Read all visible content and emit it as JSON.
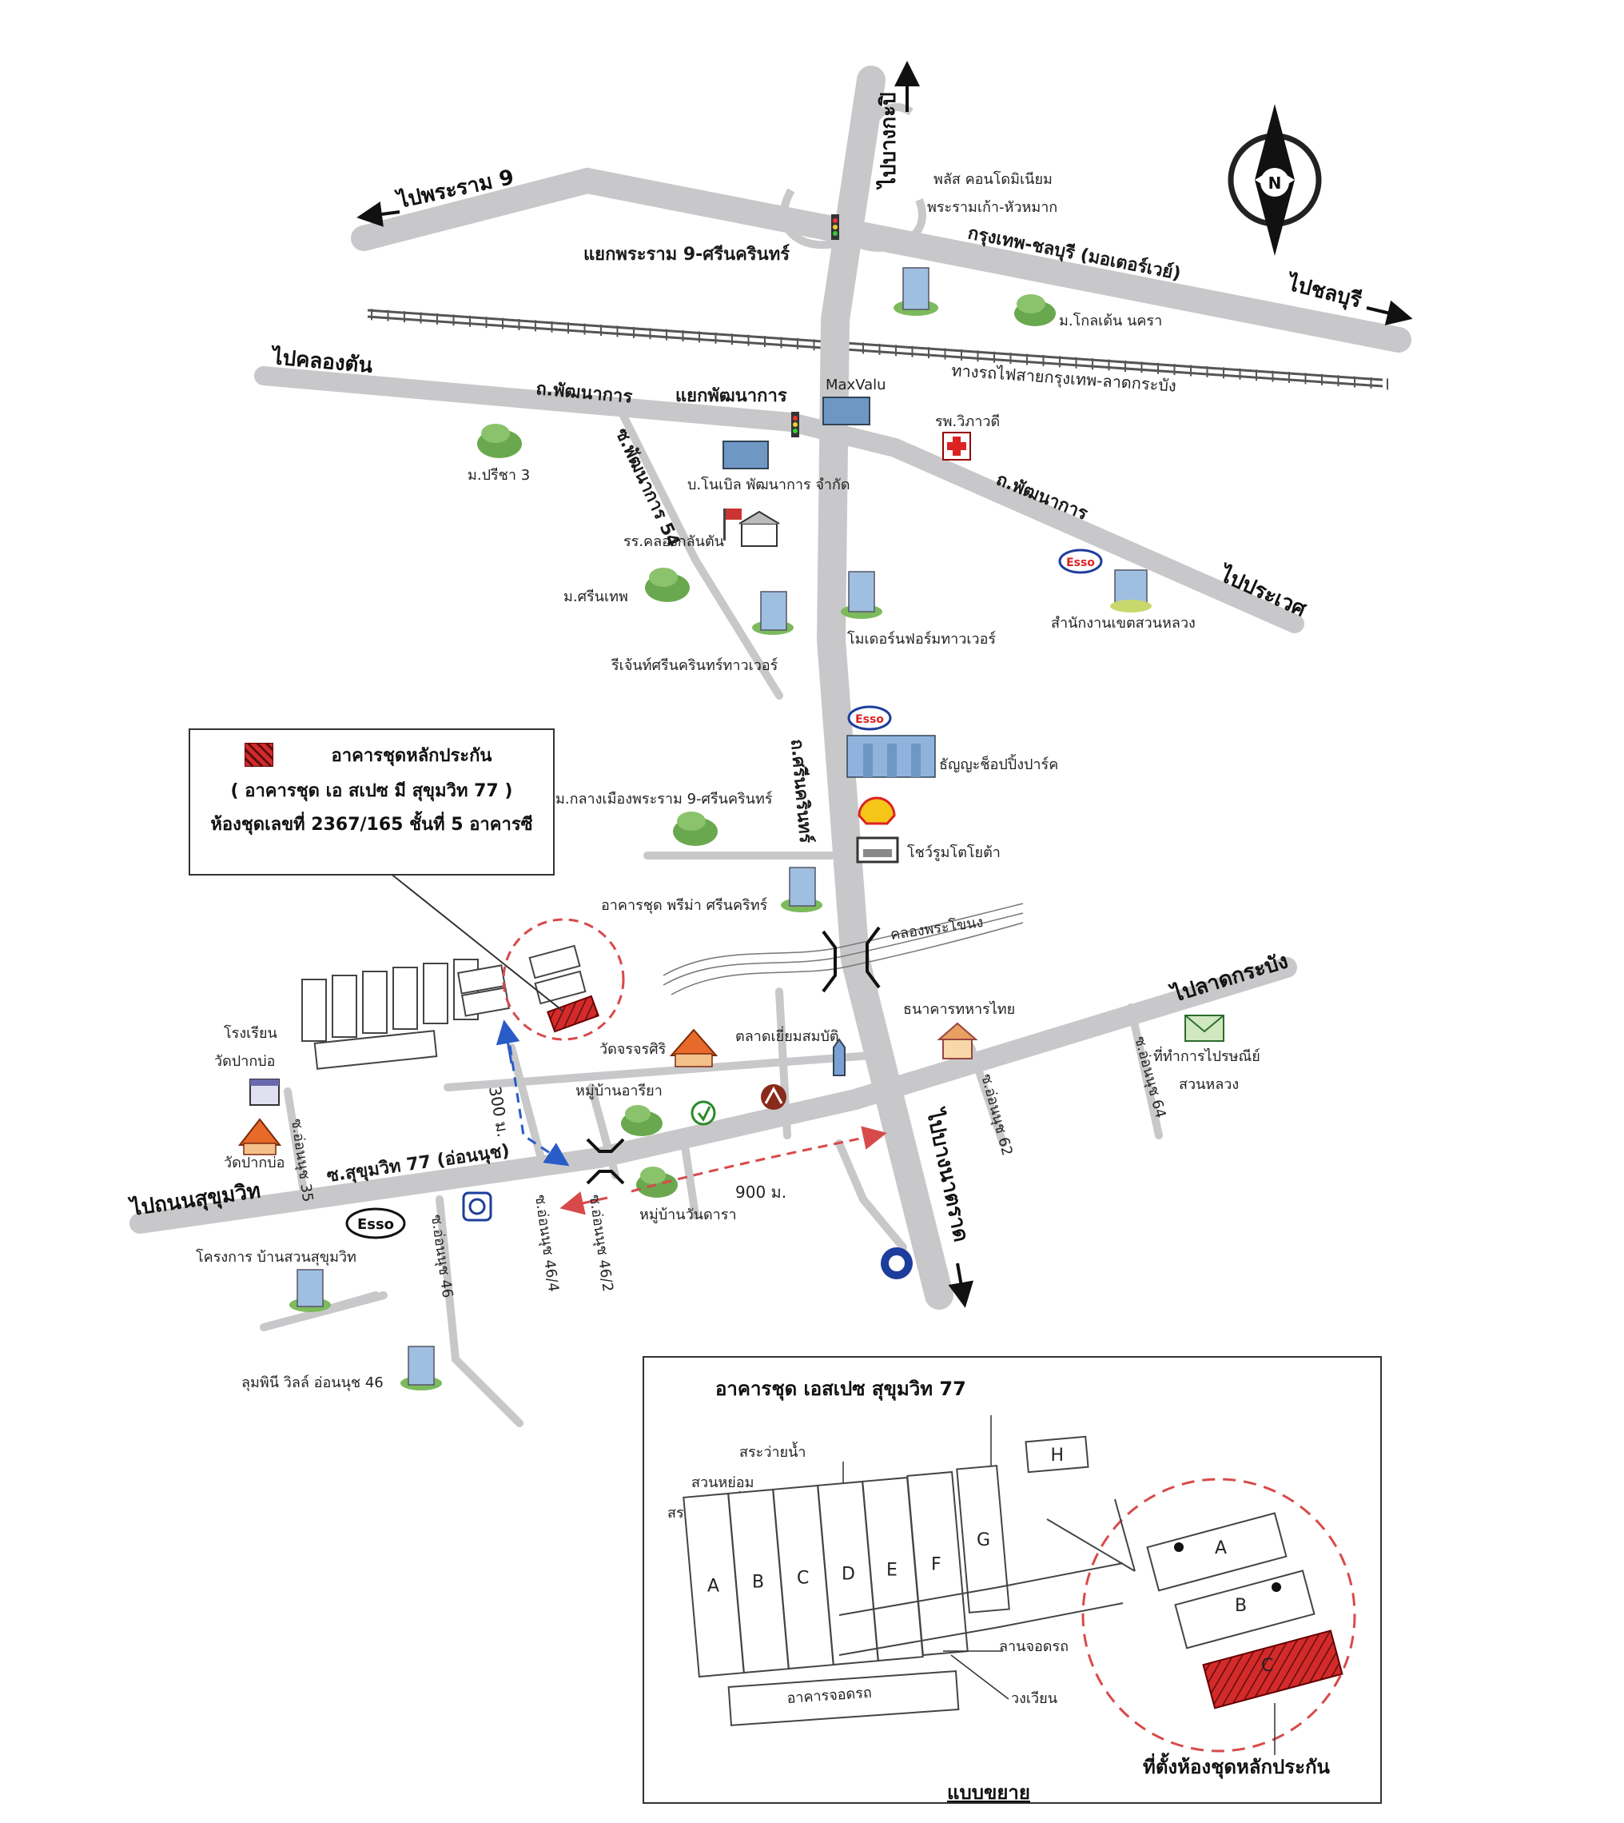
{
  "directions": {
    "to_rama9": "ไปพระราม 9",
    "to_bangkapi": "ไปบางกะปิ",
    "to_chonburi": "ไปชลบุรี",
    "to_khlongton": "ไปคลองตัน",
    "to_prawet": "ไปประเวศ",
    "to_ladkrabang": "ไปลาดกระบัง",
    "to_sukhumvit": "ไปถนนสุขุมวิท",
    "to_bangna": "ไปบางนาตราด"
  },
  "roads": {
    "motorway": "กรุงเทพ-ชลบุรี (มอเตอร์เวย์)",
    "railway": "ทางรถไฟสายกรุงเทพ-ลาดกระบัง",
    "pattanakarn_w": "ถ.พัฒนาการ",
    "pattanakarn_e": "ถ.พัฒนาการ",
    "soi_pattanakarn54": "ซ.พัฒนาการ 54",
    "srinakarin": "ถ.ศรีนครินทร์",
    "sukhumvit77": "ซ.สุขุมวิท 77 (อ่อนนุช)",
    "soi_onnut35": "ซ.อ่อนนุช 35",
    "soi_onnut46": "ซ.อ่อนนุช 46",
    "soi_onnut464": "ซ.อ่อนนุช 46/4",
    "soi_onnut462": "ซ.อ่อนนุช 46/2",
    "soi_onnut62": "ซ.อ่อนนุช 62",
    "soi_onnut64": "ซ.อ่อนนุช 64",
    "canal": "คลองพระโขนง"
  },
  "intersections": {
    "rama9_srinakarin": "แยกพระราม 9-ศรีนครินทร์",
    "pattanakarn": "แยกพัฒนาการ"
  },
  "places": {
    "plus_condo_1": "พลัส คอนโดมิเนียม",
    "plus_condo_2": "พระรามเก้า-หัวหมาก",
    "golden_nakara": "ม.โกลเด้น นครา",
    "maxvalu": "MaxValu",
    "vibharam": "รพ.วิภาวดี",
    "preecha": "ม.ปรีชา 3",
    "nobel": "บ.โนเบิล พัฒนาการ จำกัด",
    "school_klong": "รร.คลองกลันตัน",
    "esso_1": "Esso",
    "suanluang_office": "สำนักงานเขตสวนหลวง",
    "srinthep": "ม.ศรีนเทพ",
    "modern_form": "โมเดอร์นฟอร์มทาวเวอร์",
    "regent": "รีเจ้นท์ศรีนครินทร์ทาวเวอร์",
    "esso_2": "Esso",
    "thanya": "ธัญญะช็อปปิ้งปาร์ค",
    "klangmuang": "ม.กลางเมืองพระราม 9-ศรีนครินทร์",
    "toyota": "โชว์รูมโตโยต้า",
    "prima": "อาคารชุด พรีม่า ศรีนคริทร์",
    "tmb": "ธนาคารทหารไทย",
    "post_1": "ที่ทำการไปรษณีย์",
    "post_2": "สวนหลวง",
    "school_paknam_1": "โรงเรียน",
    "school_paknam_2": "วัดปากบ่อ",
    "wat_paknam": "วัดปากบ่อ",
    "wat_jongsri": "วัดจรจรศิริ",
    "market": "ตลาดเยี่ยมสมบัติ",
    "ariya": "หมู่บ้านอารียา",
    "wandara": "หมู่บ้านวันดารา",
    "esso_3": "Esso",
    "ban_suan": "โครงการ บ้านสวนสุขุมวิท",
    "lumpini": "ลุมพินี วิลล์ อ่อนนุช 46"
  },
  "distances": {
    "d300": "300 ม.",
    "d900": "900 ม."
  },
  "legend": {
    "title": "อาคารชุดหลักประกัน",
    "line2": "( อาคารชุด เอ สเปซ มี สุขุมวิท 77 )",
    "line3": "ห้องชุดเลขที่ 2367/165 ชั้นที่ 5 อาคารซี"
  },
  "inset": {
    "title": "อาคารชุด เอสเปซ สุขุมวิท 77",
    "pool_1": "สระว่ายน้ำ",
    "garden": "สวนหย่อม",
    "pool_2": "สระว่ายน้ำ",
    "parking_lot": "ลานจอดรถ",
    "roundabout": "วงเวียน",
    "parking_bldg": "อาคารจอดรถ",
    "target": "ที่ตั้งห้องชุดหลักประกัน",
    "caption": "แบบขยาย",
    "blocks": [
      "A",
      "B",
      "C",
      "D",
      "E",
      "F",
      "G",
      "H"
    ],
    "right_blocks": [
      "A",
      "B",
      "C"
    ]
  },
  "compass": {
    "north": "N"
  },
  "colors": {
    "road": "#c8c8ca",
    "target": "#d42a2a",
    "dashed_red": "#d84a4a",
    "dashed_blue": "#2a5cc8"
  }
}
